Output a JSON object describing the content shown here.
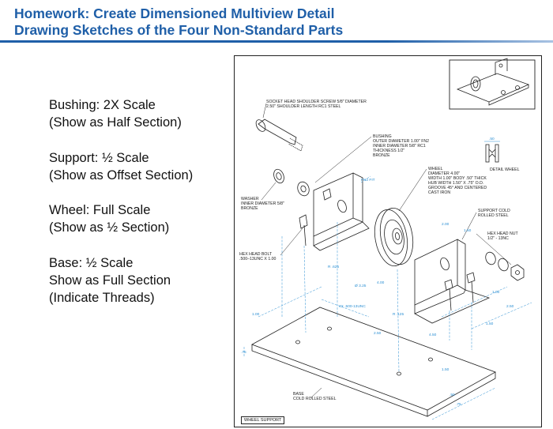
{
  "slide": {
    "title_line1": "Homework: Create Dimensioned  Multiview Detail",
    "title_line2": "Drawing Sketches of  the Four Non-Standard Parts",
    "title_color": "#1f5fa8"
  },
  "instructions": [
    {
      "lines": [
        "Bushing: 2X Scale",
        "(Show as Half Section)"
      ]
    },
    {
      "lines": [
        "Support: ½ Scale",
        "(Show as Offset Section)"
      ]
    },
    {
      "lines": [
        "Wheel: Full Scale",
        "(Show as ½ Section)"
      ]
    },
    {
      "lines": [
        "Base: ½ Scale",
        "Show as Full Section",
        "(Indicate Threads)"
      ]
    }
  ],
  "drawing": {
    "callouts": {
      "screw": [
        "SOCKET HEAD SHOULDER SCREW 5/8\" DIAMETER",
        "2.50\" SHOULDER LENGTH RC1 STEEL"
      ],
      "bushing": [
        "BUSHING",
        "OUTER DIAMETER 1.00\" FN2",
        "INNER DIAMETER 5/8\" RC1",
        "THICKNESS 1/2\"",
        "BRONZE"
      ],
      "wheel": [
        "WHEEL",
        "DIAMETER 4.00\"",
        "WIDTH 1.00\" BODY .50\" THICK",
        "HUB WIDTH 1.50\" X .75\" O.D.",
        "GROOVE 45° AND CENTERED",
        "CAST IRON"
      ],
      "washer": [
        "WASHER",
        "INNER DIAMETER 5/8\"",
        "BRONZE"
      ],
      "support": [
        "SUPPORT COLD",
        "ROLLED STEEL"
      ],
      "hexnut": [
        "HEX HEAD NUT",
        "1/2\" - 13NC"
      ],
      "hexbolt": [
        "HEX HEAD BOLT",
        ".500–13UNC X 1.00"
      ],
      "base": [
        "BASE",
        "COLD ROLLED STEEL"
      ]
    },
    "fn2_fit": "FN2 FIT",
    "detail_label": "DETAIL WHEEL",
    "detail_dim": ".50",
    "title_block": "WHEEL SUPPORT",
    "dims": {
      "d1": "2.00",
      "d2": "1.50",
      "d3": "R .625",
      "d4": "Ø 3.25",
      "d5": "4.00",
      "d6": "4X .500-13UNC",
      "d7": "R .125",
      "d8": "4.50",
      "d9": "1.00",
      "d10": "1.50",
      "d11": "2.50",
      "d12": "1.00",
      "d13": "2.50",
      "d14": ".75",
      "d15": "1.50",
      "d16": ".50",
      "d17": ".75"
    },
    "dim_color": "#2b8fd3"
  }
}
